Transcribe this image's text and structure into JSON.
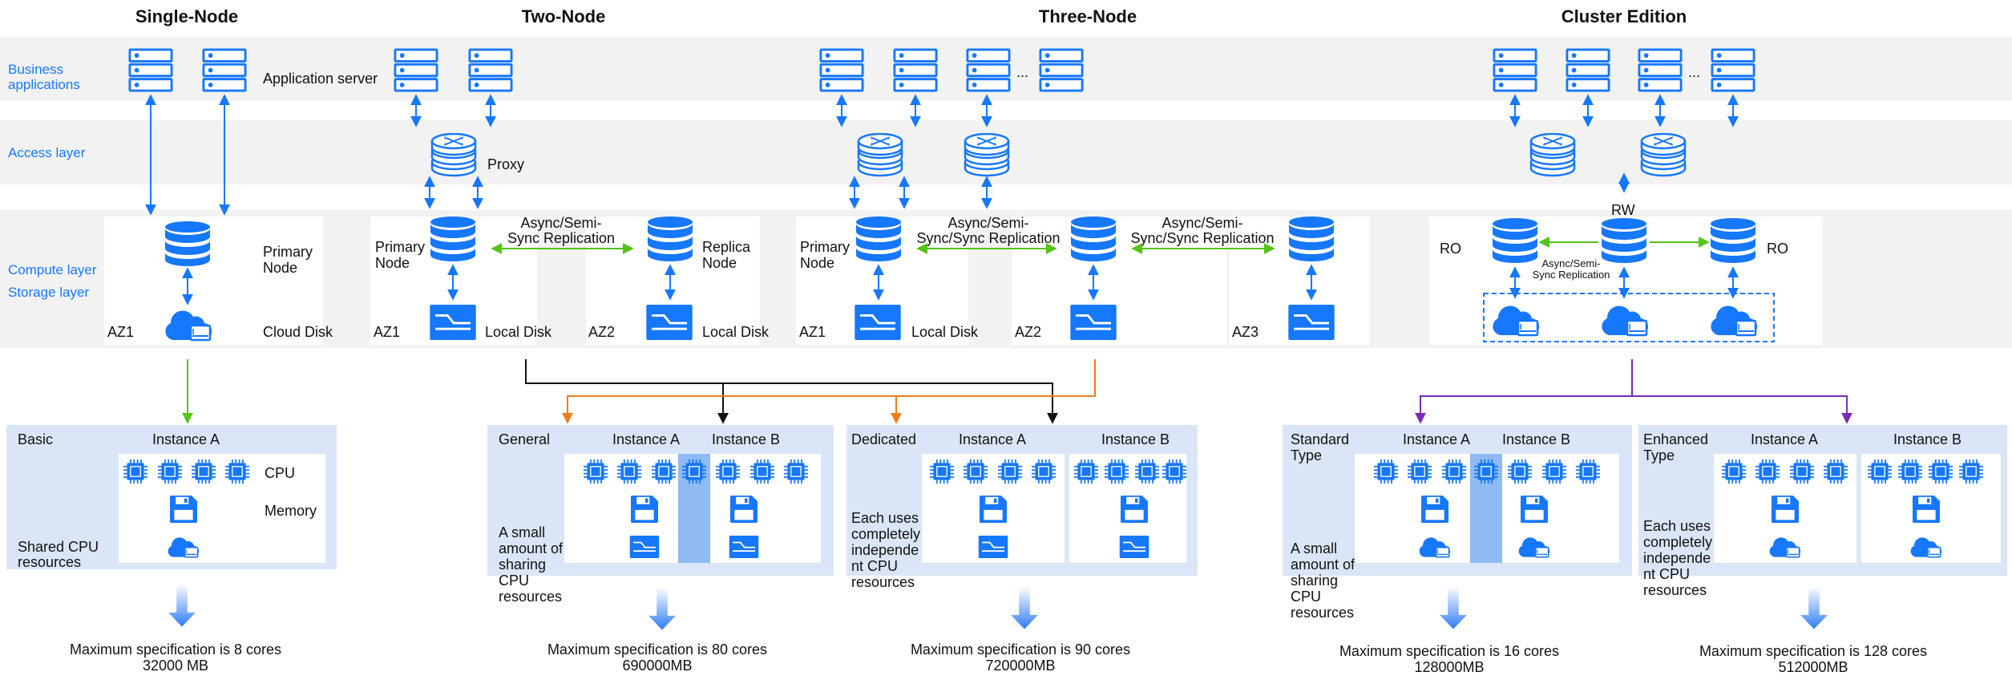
{
  "columns": {
    "single": "Single-Node",
    "two": "Two-Node",
    "three": "Three-Node",
    "cluster": "Cluster Edition"
  },
  "layers": {
    "business_1": "Business",
    "business_2": "applications",
    "access": "Access layer",
    "compute": "Compute layer",
    "storage": "Storage layer"
  },
  "labels": {
    "application_server": "Application server",
    "proxy": "Proxy",
    "primary_node_1": "Primary",
    "primary_node_2": "Node",
    "replica_node_1": "Replica",
    "replica_node_2": "Node",
    "cloud_disk": "Cloud Disk",
    "local_disk": "Local Disk",
    "az1": "AZ1",
    "az2": "AZ2",
    "az3": "AZ3",
    "replication_async_semi_1": "Async/Semi-",
    "replication_async_semi_2": "Sync Replication",
    "replication_full_1": "Async/Semi-",
    "replication_full_2": "Sync/Sync Replication",
    "ellipsis": "...",
    "rw": "RW",
    "ro": "RO",
    "cluster_replication_1": "Async/Semi-",
    "cluster_replication_2": "Sync Replication",
    "cpu": "CPU",
    "memory": "Memory"
  },
  "instances": {
    "basic": {
      "type": "Basic",
      "instance_a": "Instance A",
      "note_1": "Shared CPU",
      "note_2": "resources",
      "max_1": "Maximum specification is 8 cores",
      "max_2": "32000 MB"
    },
    "general": {
      "type": "General",
      "instance_a": "Instance A",
      "instance_b": "Instance B",
      "note_1": "A small",
      "note_2": "amount of",
      "note_3": "sharing",
      "note_4": "CPU",
      "note_5": "resources",
      "max_1": "Maximum specification is 80 cores",
      "max_2": "690000MB"
    },
    "dedicated": {
      "type": "Dedicated",
      "instance_a": "Instance A",
      "instance_b": "Instance B",
      "note_1": "Each uses",
      "note_2": "completely",
      "note_3": "independe",
      "note_4": "nt CPU",
      "note_5": "resources",
      "max_1": "Maximum specification is 90 cores",
      "max_2": "720000MB"
    },
    "standard": {
      "type_1": "Standard",
      "type_2": "Type",
      "instance_a": "Instance A",
      "instance_b": "Instance B",
      "note_1": "A small",
      "note_2": "amount of",
      "note_3": "sharing",
      "note_4": "CPU",
      "note_5": "resources",
      "max_1": "Maximum specification is 16 cores",
      "max_2": "128000MB"
    },
    "enhanced": {
      "type_1": "Enhanced",
      "type_2": "Type",
      "instance_a": "Instance A",
      "instance_b": "Instance B",
      "note_1": "Each uses",
      "note_2": "completely",
      "note_3": "independe",
      "note_4": "nt CPU",
      "note_5": "resources",
      "max_1": "Maximum specification is 128 cores",
      "max_2": "512000MB"
    }
  },
  "colors": {
    "icon_blue": "#1677ff",
    "layer_band": "#f2f2f2",
    "instance_panel": "#dae6f7",
    "share_column": "#8fbaf2",
    "green_arrow": "#52c41a",
    "orange_arrow": "#f07c1c",
    "black_arrow": "#111111",
    "purple_arrow": "#7a2bb5"
  }
}
